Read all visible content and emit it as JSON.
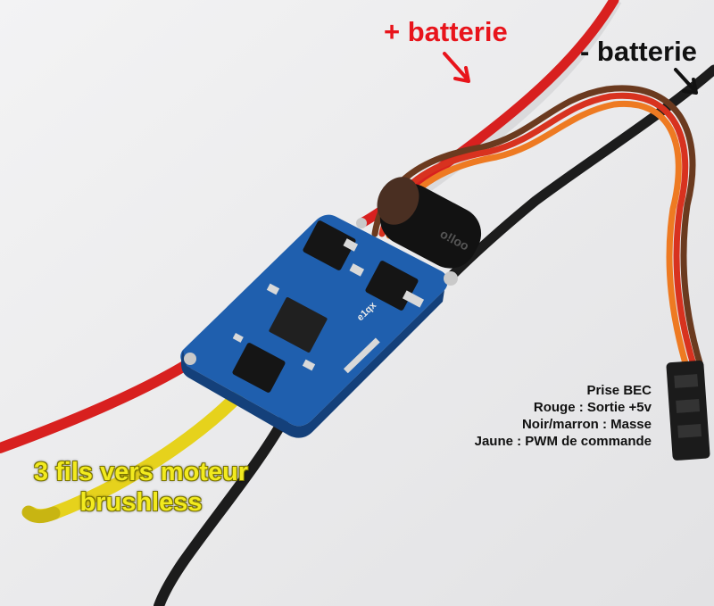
{
  "labels": {
    "plus_battery": "+ batterie",
    "minus_battery": "- batterie",
    "motor_line1": "3 fils vers moteur",
    "motor_line2": "brushless"
  },
  "bec": {
    "title": "Prise BEC",
    "lines": [
      "Rouge : Sortie +5v",
      "Noir/marron : Masse",
      "Jaune : PWM de commande"
    ]
  },
  "pcb": {
    "silkscreen": "e1qx"
  },
  "colors": {
    "red_label": "#e8141b",
    "black_label": "#111111",
    "yellow_label": "#f2ea1f",
    "pcb_blue": "#1f5fae",
    "wire_red": "#d8201f",
    "wire_black": "#1c1c1c",
    "wire_yellow": "#e6d21c",
    "wire_orange": "#ee7a22",
    "background": "#ededee"
  }
}
